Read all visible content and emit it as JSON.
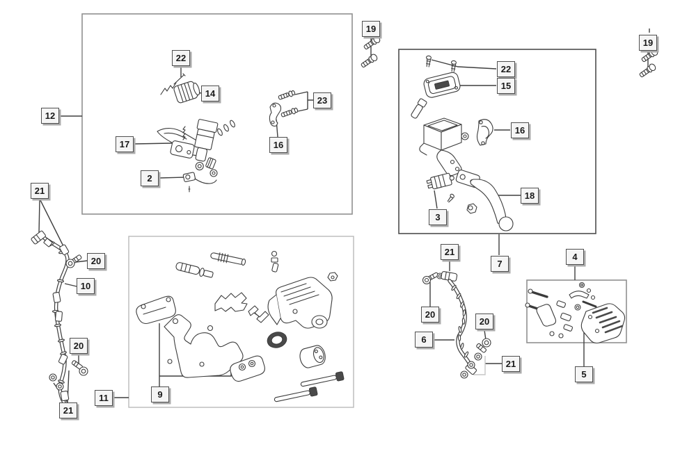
{
  "diagram": {
    "title": "brake-system-exploded-parts-diagram",
    "background": "#ffffff",
    "line_color": "#3b3b3b",
    "label_bg": "#f5f5f5",
    "label_border": "#4f4f4f",
    "label_shadow": "#ababab"
  },
  "callouts": {
    "front_assembly_box": "12",
    "front_adjuster_screw": "22",
    "front_lever_clamp": "14",
    "front_bracket_bolts": "23",
    "front_brake_lever": "17",
    "front_clamp_bracket": "16",
    "front_stop_switch": "2",
    "front_hose_washers_top": "21",
    "front_hose_bolt_top": "20",
    "front_brake_hose": "10",
    "front_hose_bolt_bottom": "20",
    "front_hose_washers_bottom": "21",
    "front_caliper_box": "11",
    "front_brake_pads": "9",
    "mount_bolts_left": "19",
    "mount_bolts_right": "19",
    "rear_cap_screws": "22",
    "rear_reservoir_cap": "15",
    "rear_clamp": "16",
    "rear_stop_switch": "3",
    "rear_brake_lever": "18",
    "rear_master_cylinder_box": "7",
    "rear_hose_washer_top": "21",
    "rear_hose_bolt_left": "20",
    "rear_brake_hose": "6",
    "rear_hose_bolt_right": "20",
    "rear_hose_washers_bottom": "21",
    "rear_caliper_kit_box": "4",
    "rear_caliper": "5"
  }
}
